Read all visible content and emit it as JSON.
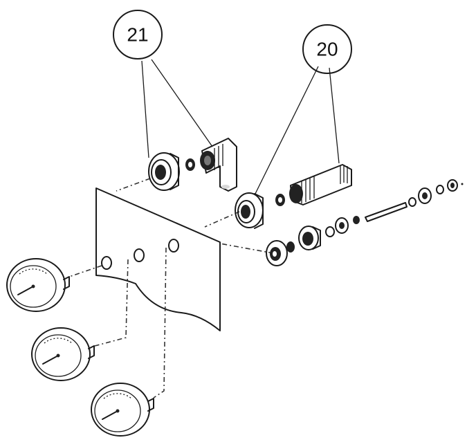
{
  "callouts": [
    {
      "id": "callout-21",
      "label": "21"
    },
    {
      "id": "callout-20",
      "label": "20"
    }
  ],
  "colors": {
    "ink": "#1a1a1a",
    "background": "#ffffff"
  }
}
